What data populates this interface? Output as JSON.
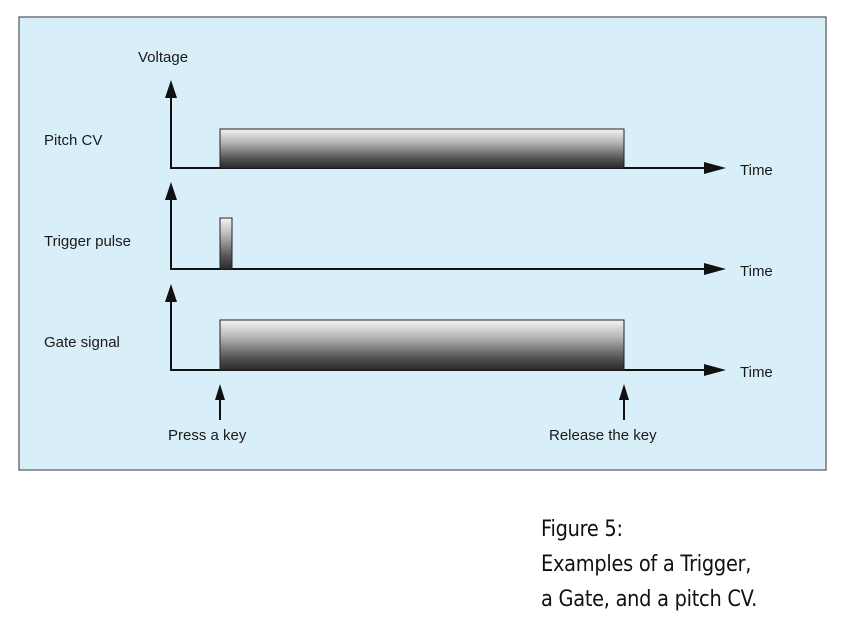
{
  "diagram": {
    "y_axis_label": "Voltage",
    "rows": [
      {
        "label": "Pitch CV",
        "time_label": "Time"
      },
      {
        "label": "Trigger pulse",
        "time_label": "Time"
      },
      {
        "label": "Gate signal",
        "time_label": "Time"
      }
    ],
    "markers": {
      "press": "Press a key",
      "release": "Release the key"
    },
    "colors": {
      "panel_bg": "#d8eef8",
      "panel_border": "#555555",
      "pulse_dark": "#2a2a2a",
      "pulse_light": "#f2f2f2"
    }
  },
  "caption": {
    "line1": "Figure 5:",
    "line2": "Examples of a Trigger,",
    "line3": "a Gate, and a pitch CV."
  }
}
